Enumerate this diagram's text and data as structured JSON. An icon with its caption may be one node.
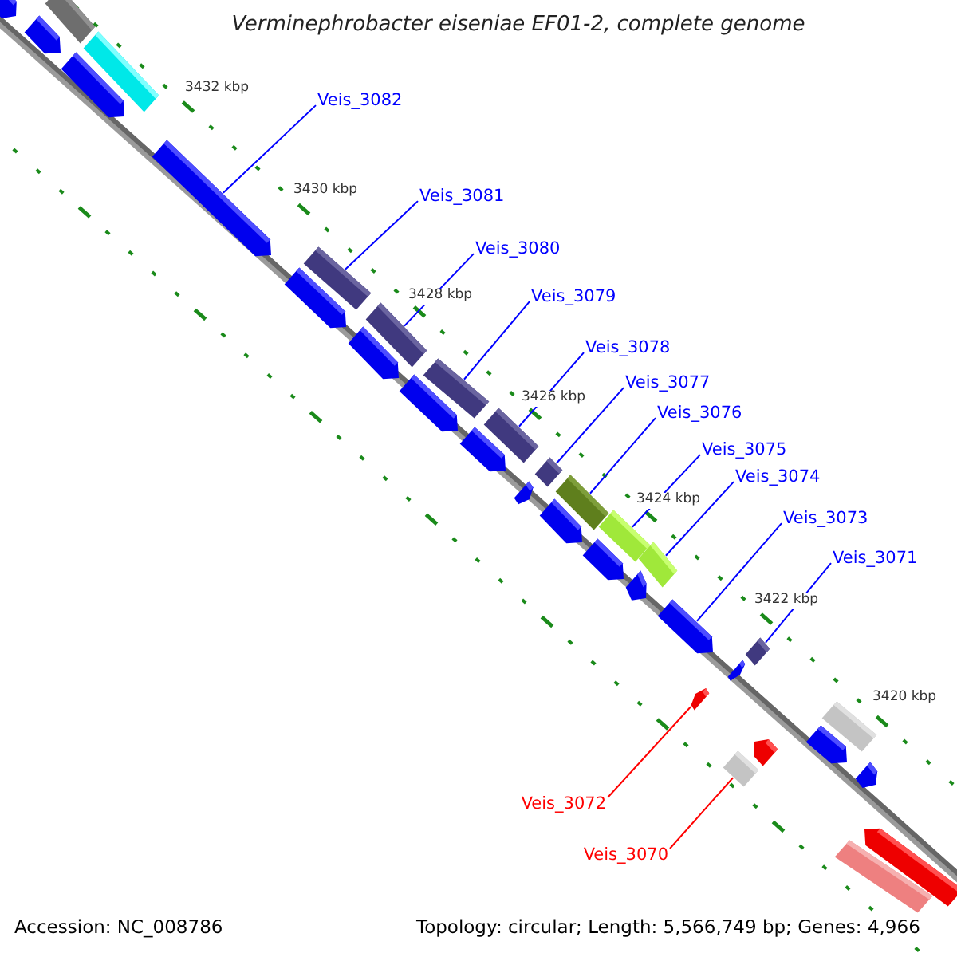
{
  "diagram": {
    "title": "Verminephrobacter eiseniae EF01-2, complete genome",
    "nodes": [
      {
        "text": [
          "Veis_3082"
        ]
      },
      {
        "text": [
          "Veis_3081"
        ]
      },
      {
        "text": [
          "Veis_3080"
        ]
      },
      {
        "text": [
          "Veis_3079"
        ]
      },
      {
        "text": [
          "Veis_3078"
        ]
      },
      {
        "text": [
          "Veis_3077"
        ]
      },
      {
        "text": [
          "Veis_3076"
        ]
      },
      {
        "text": [
          "Veis_3075"
        ]
      },
      {
        "text": [
          "Veis_3074"
        ]
      },
      {
        "text": [
          "Veis_3073"
        ]
      },
      {
        "text": [
          "Veis_3071"
        ]
      },
      {
        "text": [
          "Veis_3072"
        ]
      },
      {
        "text": [
          "Veis_3070"
        ]
      },
      {
        "text": [],
        "shape": "arrow"
      },
      {
        "text": [],
        "shape": "bar"
      },
      {
        "text": [],
        "shape": "bar"
      },
      {
        "text": [],
        "shape": "bar"
      },
      {
        "text": [],
        "shape": "bar"
      },
      {
        "text": [],
        "shape": "bar"
      },
      {
        "text": [],
        "shape": "bar"
      },
      {
        "text": [],
        "shape": "bar"
      },
      {
        "text": [],
        "shape": "bar"
      },
      {
        "text": [],
        "shape": "arrow"
      },
      {
        "text": [],
        "shape": "arrow"
      },
      {
        "text": [],
        "shape": "bar"
      },
      {
        "text": [],
        "shape": "bar"
      }
    ],
    "edges": [
      {
        "from": 0,
        "to": 13,
        "arrow": "none"
      },
      {
        "from": 1,
        "to": 14,
        "arrow": "none"
      },
      {
        "from": 2,
        "to": 15,
        "arrow": "none"
      },
      {
        "from": 3,
        "to": 16,
        "arrow": "none"
      },
      {
        "from": 4,
        "to": 17,
        "arrow": "none"
      },
      {
        "from": 5,
        "to": 18,
        "arrow": "none"
      },
      {
        "from": 6,
        "to": 19,
        "arrow": "none"
      },
      {
        "from": 7,
        "to": 20,
        "arrow": "none"
      },
      {
        "from": 8,
        "to": 21,
        "arrow": "none"
      },
      {
        "from": 9,
        "to": 22,
        "arrow": "none"
      },
      {
        "from": 10,
        "to": 25,
        "arrow": "none"
      },
      {
        "from": 11,
        "to": 23,
        "arrow": "none",
        "color": "#ff0000"
      },
      {
        "from": 12,
        "to": 24,
        "arrow": "none",
        "color": "#ff0000"
      }
    ],
    "labels": [
      "3432 kbp",
      "3430 kbp",
      "3428 kbp",
      "3426 kbp",
      "3424 kbp",
      "3422 kbp",
      "3420 kbp",
      "Accession: NC_008786",
      "Topology: circular; Length: 5,566,749 bp; Genes: 4,966"
    ]
  }
}
